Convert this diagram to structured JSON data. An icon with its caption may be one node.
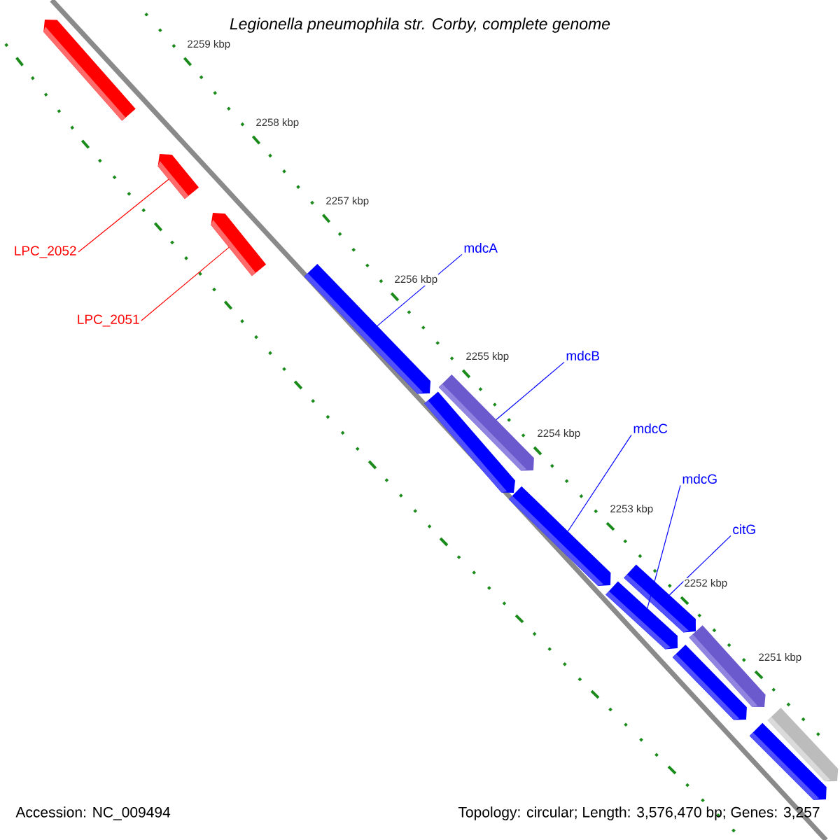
{
  "diagram": {
    "title": "Legionella pneumophila str. Corby, complete genome",
    "nodes": [
      {
        "text": [],
        "shape": "bar"
      },
      {
        "text": [],
        "shape": "bar"
      },
      {
        "text": [],
        "shape": "bar"
      },
      {
        "text": [],
        "shape": "bar"
      },
      {
        "text": [],
        "shape": "bar"
      },
      {
        "text": [],
        "shape": "bar"
      },
      {
        "text": [],
        "shape": "bar"
      },
      {
        "text": [],
        "shape": "bar"
      },
      {
        "text": [],
        "shape": "bar"
      },
      {
        "text": [],
        "shape": "bar"
      },
      {
        "text": [],
        "shape": "bar"
      },
      {
        "text": [],
        "shape": "bar"
      },
      {
        "text": [],
        "shape": "bar"
      },
      {
        "text": [
          "LPC_2052"
        ]
      },
      {
        "text": [
          "LPC_2051"
        ]
      },
      {
        "text": [
          "mdcA"
        ]
      },
      {
        "text": [
          "mdcB"
        ]
      },
      {
        "text": [
          "mdcC"
        ]
      },
      {
        "text": [
          "mdcG"
        ]
      },
      {
        "text": [
          "citG"
        ]
      }
    ],
    "edges": [
      {
        "from": 13,
        "to": 1,
        "arrow": "none",
        "color": "#ff0000"
      },
      {
        "from": 14,
        "to": 2,
        "arrow": "none",
        "color": "#ff0000"
      },
      {
        "from": 15,
        "to": 3,
        "arrow": "none"
      },
      {
        "from": 16,
        "to": 4,
        "arrow": "none"
      },
      {
        "from": 17,
        "to": 6,
        "arrow": "none"
      },
      {
        "from": 18,
        "to": 7,
        "arrow": "none"
      },
      {
        "from": 19,
        "to": 8,
        "arrow": "none"
      }
    ],
    "labels": [
      "2259 kbp",
      "2258 kbp",
      "2257 kbp",
      "2256 kbp",
      "2255 kbp",
      "2254 kbp",
      "2253 kbp",
      "2252 kbp",
      "2251 kbp",
      "Accession: NC_009494",
      "Topology: circular; Length: 3,576,470 bp; Genes: 3,257"
    ]
  }
}
